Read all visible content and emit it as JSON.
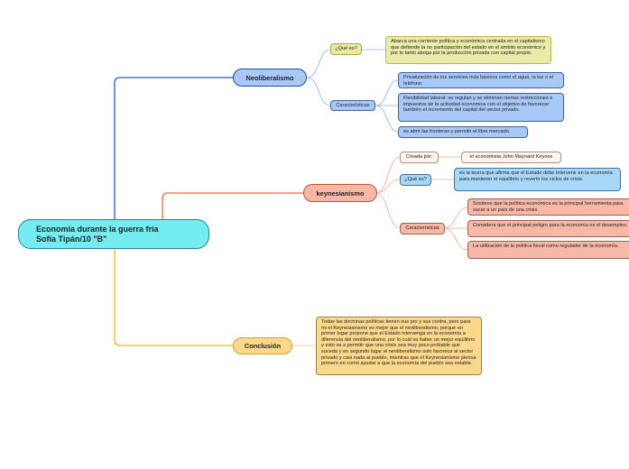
{
  "root": {
    "line1": "Economía durante la guerra fría",
    "line2": "Sofía Tipán/10 \"B\""
  },
  "neoliberalismo": {
    "label": "Neoliberalismo",
    "que_es_label": "¿Qué es?",
    "que_es_text": "Abarca una corriente política y económica centrada en el capitalismo que defiende la no participación del estado en el ámbito económico y por lo tanto aboga por la producción privada con capital propio.",
    "caracteristicas_label": "Características",
    "caracteristicas": [
      "Privatización de los servicios más básicos como el agua, la luz o el teléfono.",
      "Flexibilidad laboral: se regulan y se eliminan ciertas restricciones e impuestos de la actividad económica con el objetivo de favorecer también el incremento del capital del sector privado.",
      "es abrir las fronteras y permitir el libre mercado."
    ]
  },
  "keynesianismo": {
    "label": "keynesianismo",
    "creada_label": "Creada por:",
    "creada_text": "el economista John Maynard Keynes",
    "que_es_label": "¿Qué es?",
    "que_es_text": "es la teoría que afirma que el Estado debe intervenir en la economía para mantener el equilibrio y revertir los ciclos de crisis.",
    "caracteristicas_label": "Características",
    "caracteristicas": [
      "Sostiene que la política económica es la principal herramienta para sacar a un país de una crisis.",
      "Considera que el principal peligro para la economía es el desempleo.",
      "La utilización de la política fiscal como regulador de la economía."
    ]
  },
  "conclusion": {
    "label": "Conclusión",
    "text": "Todas las doctrinas políticas tienen sus pro y sus contra, pero para mi el Keynesianismo es mejor que el neoliberalismo; porque en primer lugar propone que el Estado intervenga en la economía a diferencia del neoliberalismo, por lo cuál va haber un mejor equilibrio y esto va a permitir que una crisis sea muy poco probable que suceda y en segundo lugar el neoliberalismo solo favorece al sector privado y casi nada al pueblo, mientras que el Keynesianismo piensa primero en como ayudar a que la economía del pueblo sea estable."
  },
  "colors": {
    "blue": "#1f5fd0",
    "orange": "#f06a3a",
    "yellow": "#f5b800"
  }
}
